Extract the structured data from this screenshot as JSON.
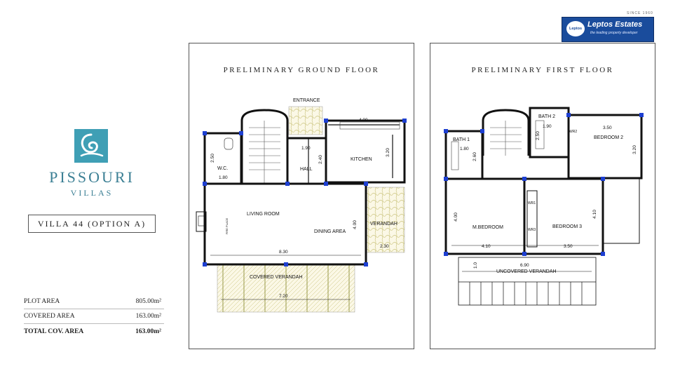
{
  "brand": {
    "name": "PISSOURI",
    "sub": "VILLAS",
    "logo_icon": "wave-swirl-icon",
    "logo_color": "#3f9fb5"
  },
  "villa_title": "VILLA 44 (OPTION A)",
  "areas": [
    {
      "label": "PLOT AREA",
      "value": "805.00m²"
    },
    {
      "label": "COVERED AREA",
      "value": "163.00m²"
    },
    {
      "label": "TOTAL COV. AREA",
      "value": "163.00m²"
    }
  ],
  "developer": {
    "since": "SINCE 1960",
    "circle": "Leptos",
    "name": "Leptos Estates",
    "tagline": "the leading property developer",
    "color": "#1a4c9c"
  },
  "ground_floor": {
    "title": "PRELIMINARY GROUND FLOOR",
    "rooms": {
      "entrance": "ENTRANCE",
      "wc": "W.C.",
      "hall": "HALL",
      "kitchen": "KITCHEN",
      "living": "LIVING ROOM",
      "dining": "DINING AREA",
      "verandah": "VERANDAH",
      "covered_verandah": "COVERED VERANDAH",
      "fireplace": "FIRE PLACE"
    },
    "dims": {
      "d1": "4.00",
      "d2": "1.90",
      "d3": "2.40",
      "d4": "3.20",
      "d5": "2.50",
      "d6": "1.80",
      "d7": "4.00",
      "d8": "2.30",
      "d9": "8.30",
      "d10": "7.20"
    }
  },
  "first_floor": {
    "title": "PRELIMINARY FIRST FLOOR",
    "rooms": {
      "bath1": "BATH 1",
      "bath2": "BATH 2",
      "bedroom2": "BEDROOM 2",
      "mbed": "M.BEDROOM",
      "bedroom3": "BEDROOM 3",
      "uncovered": "UNCOVERED VERANDAH",
      "wr1": "WR1",
      "wr2": "WR2",
      "wr3": "WR3"
    },
    "dims": {
      "d1": "1.80",
      "d2": "2.60",
      "d3": "1.90",
      "d4": "2.50",
      "d5": "3.50",
      "d6": "3.20",
      "d7": "4.00",
      "d8": "4.10",
      "d9": "3.50",
      "d10": "4.10",
      "d11": "6.90",
      "d12": "1.0"
    }
  }
}
